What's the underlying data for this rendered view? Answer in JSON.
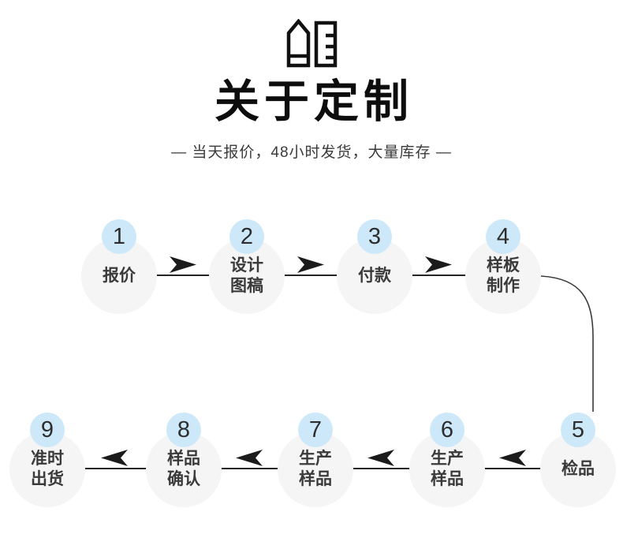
{
  "header": {
    "icon": "pencil-ruler-icon",
    "title": "关于定制",
    "subtitle": "— 当天报价，48小时发货，大量库存 —"
  },
  "colors": {
    "badge_bg": "#cde9f9",
    "circle_bg": "#f5f5f6",
    "arrow": "#1b1b1b",
    "connector_line": "#262626",
    "title_text": "#0d0d0d",
    "subtitle_text": "#3a3a3a",
    "step_label_text": "#3a3a3a",
    "step_number_text": "#2d2d2d"
  },
  "flow": {
    "direction_row1": "left-to-right",
    "direction_row2": "right-to-left",
    "steps": [
      {
        "num": "1",
        "label": "报价"
      },
      {
        "num": "2",
        "label": "设计\n图稿"
      },
      {
        "num": "3",
        "label": "付款"
      },
      {
        "num": "4",
        "label": "样板\n制作"
      },
      {
        "num": "5",
        "label": "检品"
      },
      {
        "num": "6",
        "label": "生产\n样品"
      },
      {
        "num": "7",
        "label": "生产\n样品"
      },
      {
        "num": "8",
        "label": "样品\n确认"
      },
      {
        "num": "9",
        "label": "准时\n出货"
      }
    ]
  }
}
